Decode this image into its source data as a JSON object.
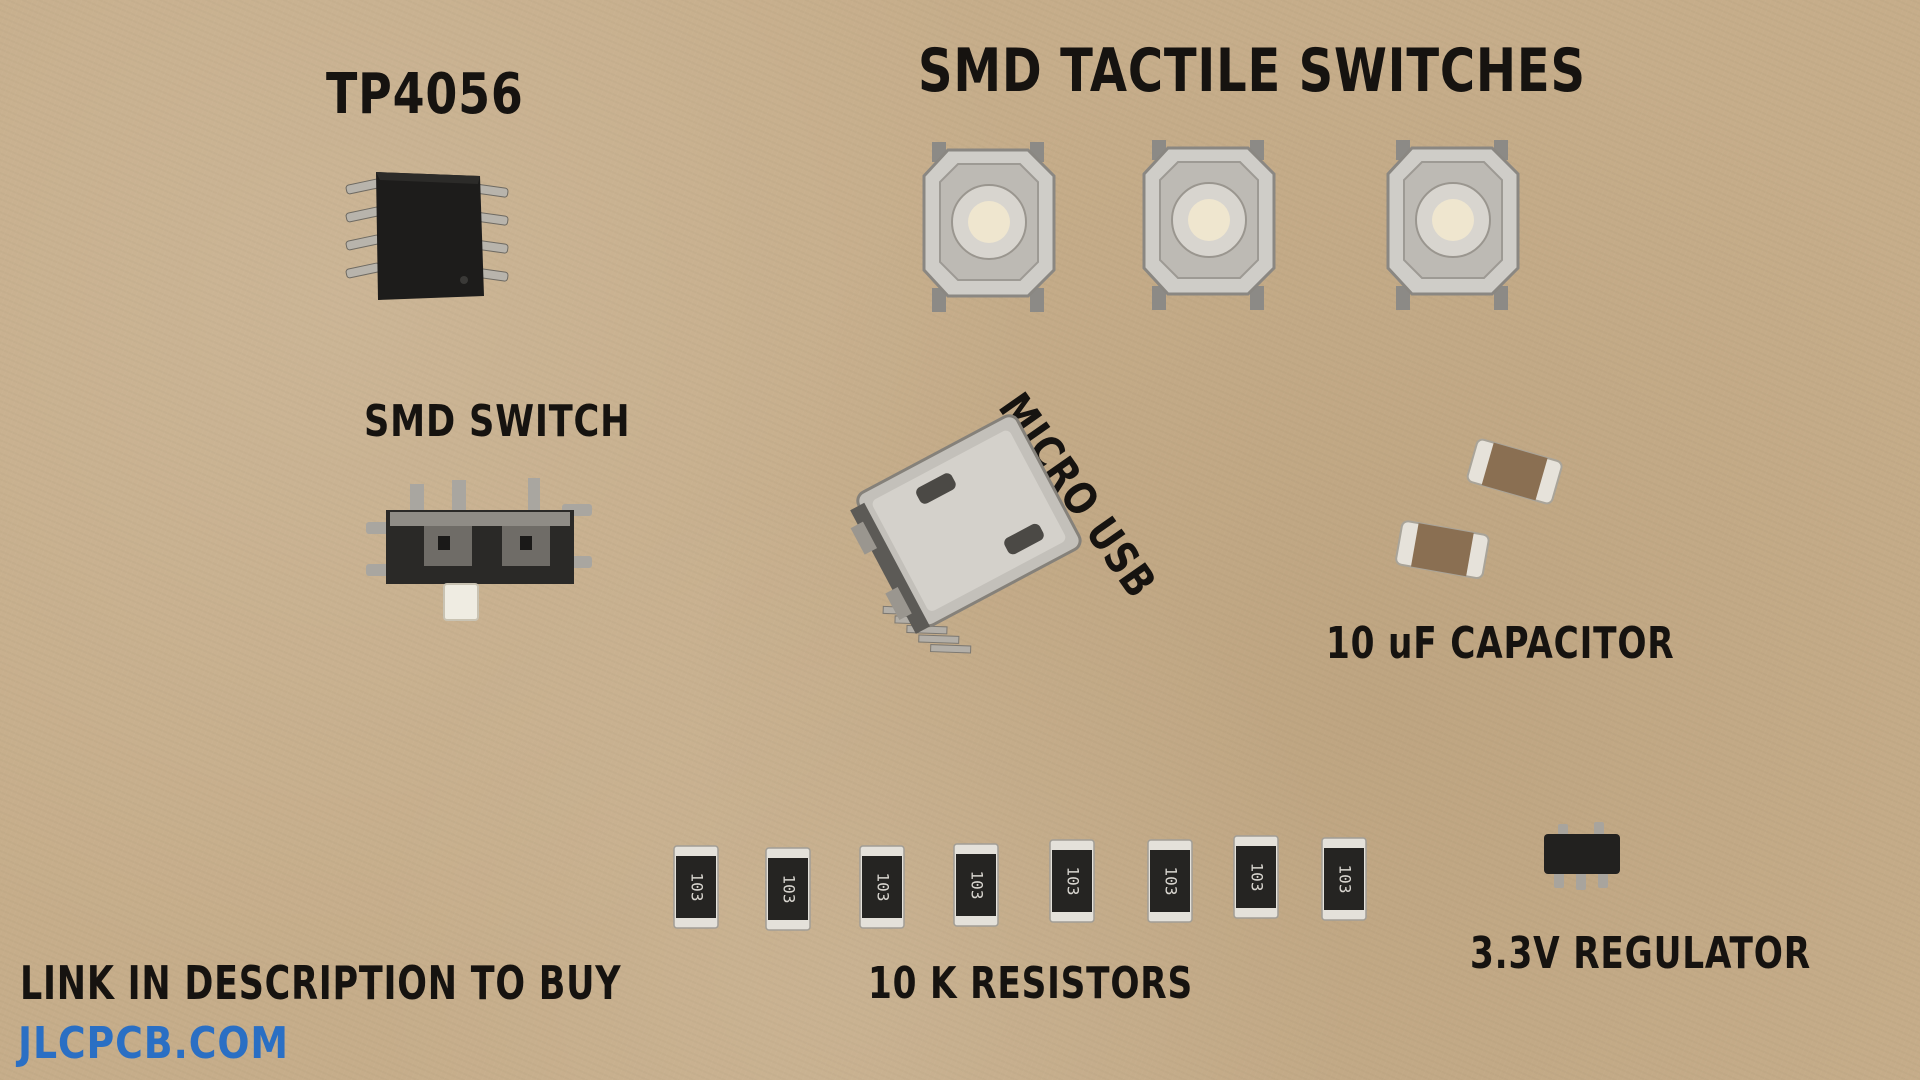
{
  "labels": {
    "tp4056": "TP4056",
    "smd_tactile_switches": "SMD TACTILE SWITCHES",
    "smd_switch": "SMD SWITCH",
    "micro_usb": "MICRO USB",
    "capacitor": "10 uF CAPACITOR",
    "resistors": "10 K RESISTORS",
    "regulator": "3.3V REGULATOR",
    "link_text": "LINK  IN DESCRIPTION TO BUY",
    "website": "JLCPCB.COM"
  },
  "resistor_marking": "103",
  "colors": {
    "background": "#c6ad8a",
    "label_text": "#161310",
    "link_blue": "#2a6fc4"
  }
}
